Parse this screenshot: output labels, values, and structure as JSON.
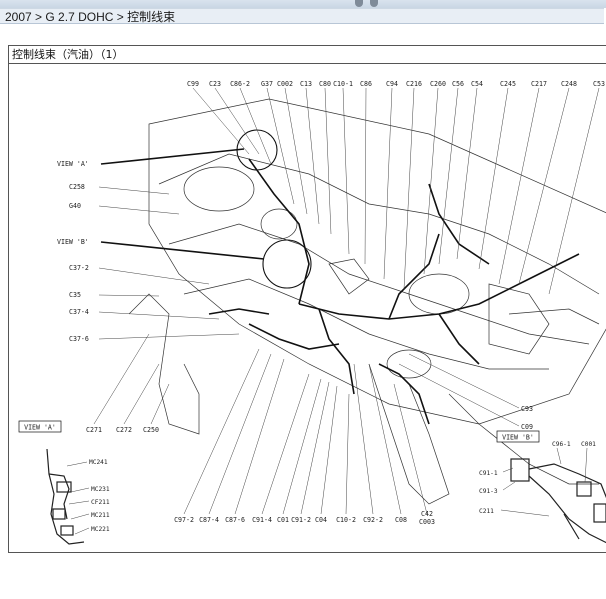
{
  "breadcrumb": {
    "model": "2007",
    "sep1": " > ",
    "engine": "G 2.7 DOHC",
    "sep2": " > ",
    "section": "控制线束"
  },
  "diagram": {
    "title": "控制线束（汽油）（1）",
    "top_labels": [
      "C99",
      "C23",
      "C86-2",
      "G37",
      "C002",
      "C13",
      "C80",
      "C10-1",
      "C86",
      "C94",
      "C216",
      "C260",
      "C56",
      "C54",
      "C245",
      "C217",
      "C248",
      "C53"
    ],
    "left_labels": [
      "VIEW 'A'",
      "C258",
      "G40",
      "VIEW 'B'",
      "C37-2",
      "C35",
      "C37-4",
      "C37-6"
    ],
    "bottom_labels": [
      "C271",
      "C272",
      "C250",
      "C97-2",
      "C87-4",
      "C87-6",
      "C91-4",
      "C01",
      "C91-2",
      "C04",
      "C10-2",
      "C92-2",
      "C08",
      "C42",
      "C003"
    ],
    "right_labels": [
      "C93",
      "C09"
    ],
    "view_a": {
      "label": "VIEW 'A'",
      "connectors": [
        "MC241",
        "MC231",
        "CF211",
        "MC211",
        "MC221"
      ]
    },
    "view_b": {
      "label": "VIEW 'B'",
      "connectors": [
        "C96-1",
        "C001",
        "C91-1",
        "C91-3",
        "C211"
      ]
    }
  }
}
